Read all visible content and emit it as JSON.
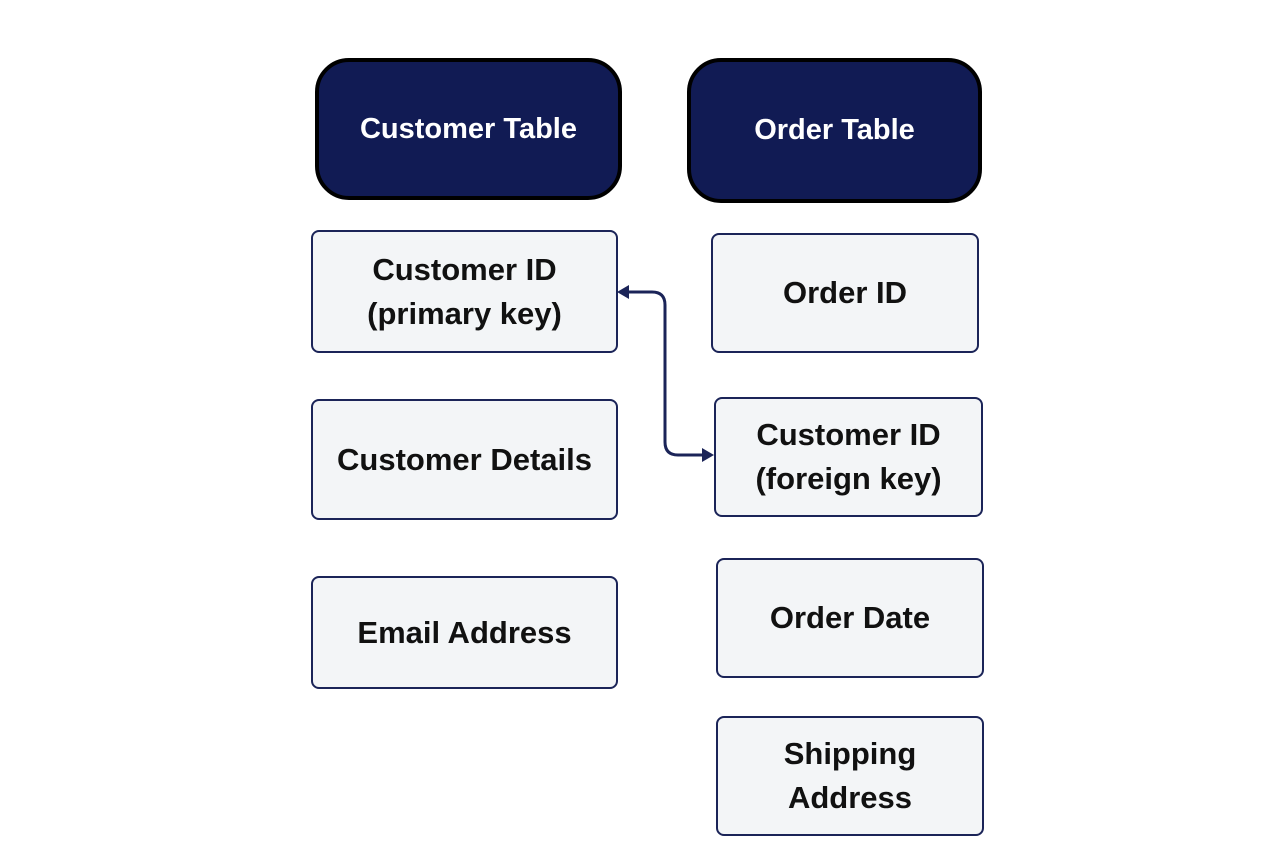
{
  "customer_table": {
    "title": "Customer Table",
    "fields": {
      "customer_id": "Customer ID\n(primary key)",
      "customer_details": "Customer Details",
      "email_address": "Email Address"
    }
  },
  "order_table": {
    "title": "Order Table",
    "fields": {
      "order_id": "Order ID",
      "customer_id_fk": "Customer ID\n(foreign key)",
      "order_date": "Order Date",
      "shipping_address": "Shipping\nAddress"
    }
  },
  "colors": {
    "header_fill": "#111b54",
    "field_fill": "#f3f5f7",
    "field_border": "#1b2458",
    "connector": "#1b2458"
  }
}
